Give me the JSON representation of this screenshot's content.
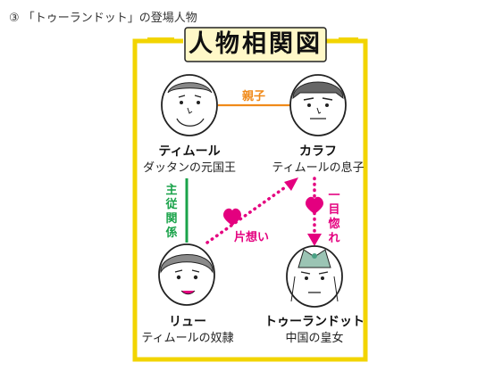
{
  "caption": "③ 「トゥーランドット」の登場人物",
  "title": "人物相関図",
  "colors": {
    "frame": "#f2d400",
    "parent_child": "#f08a1a",
    "loyalty": "#1aa34a",
    "love": "#e4007f"
  },
  "characters": {
    "timur": {
      "name": "ティムール",
      "role": "ダッタンの元国王"
    },
    "calaf": {
      "name": "カラフ",
      "role": "ティムールの息子"
    },
    "liu": {
      "name": "リュー",
      "role": "ティムールの奴隷"
    },
    "turandot": {
      "name": "トゥーランドット",
      "role": "中国の皇女"
    }
  },
  "relations": {
    "parent_child": "親子",
    "master_servant": "主従関係",
    "unrequited_love": "片想い",
    "love_at_first_sight": "一目惚れ"
  }
}
